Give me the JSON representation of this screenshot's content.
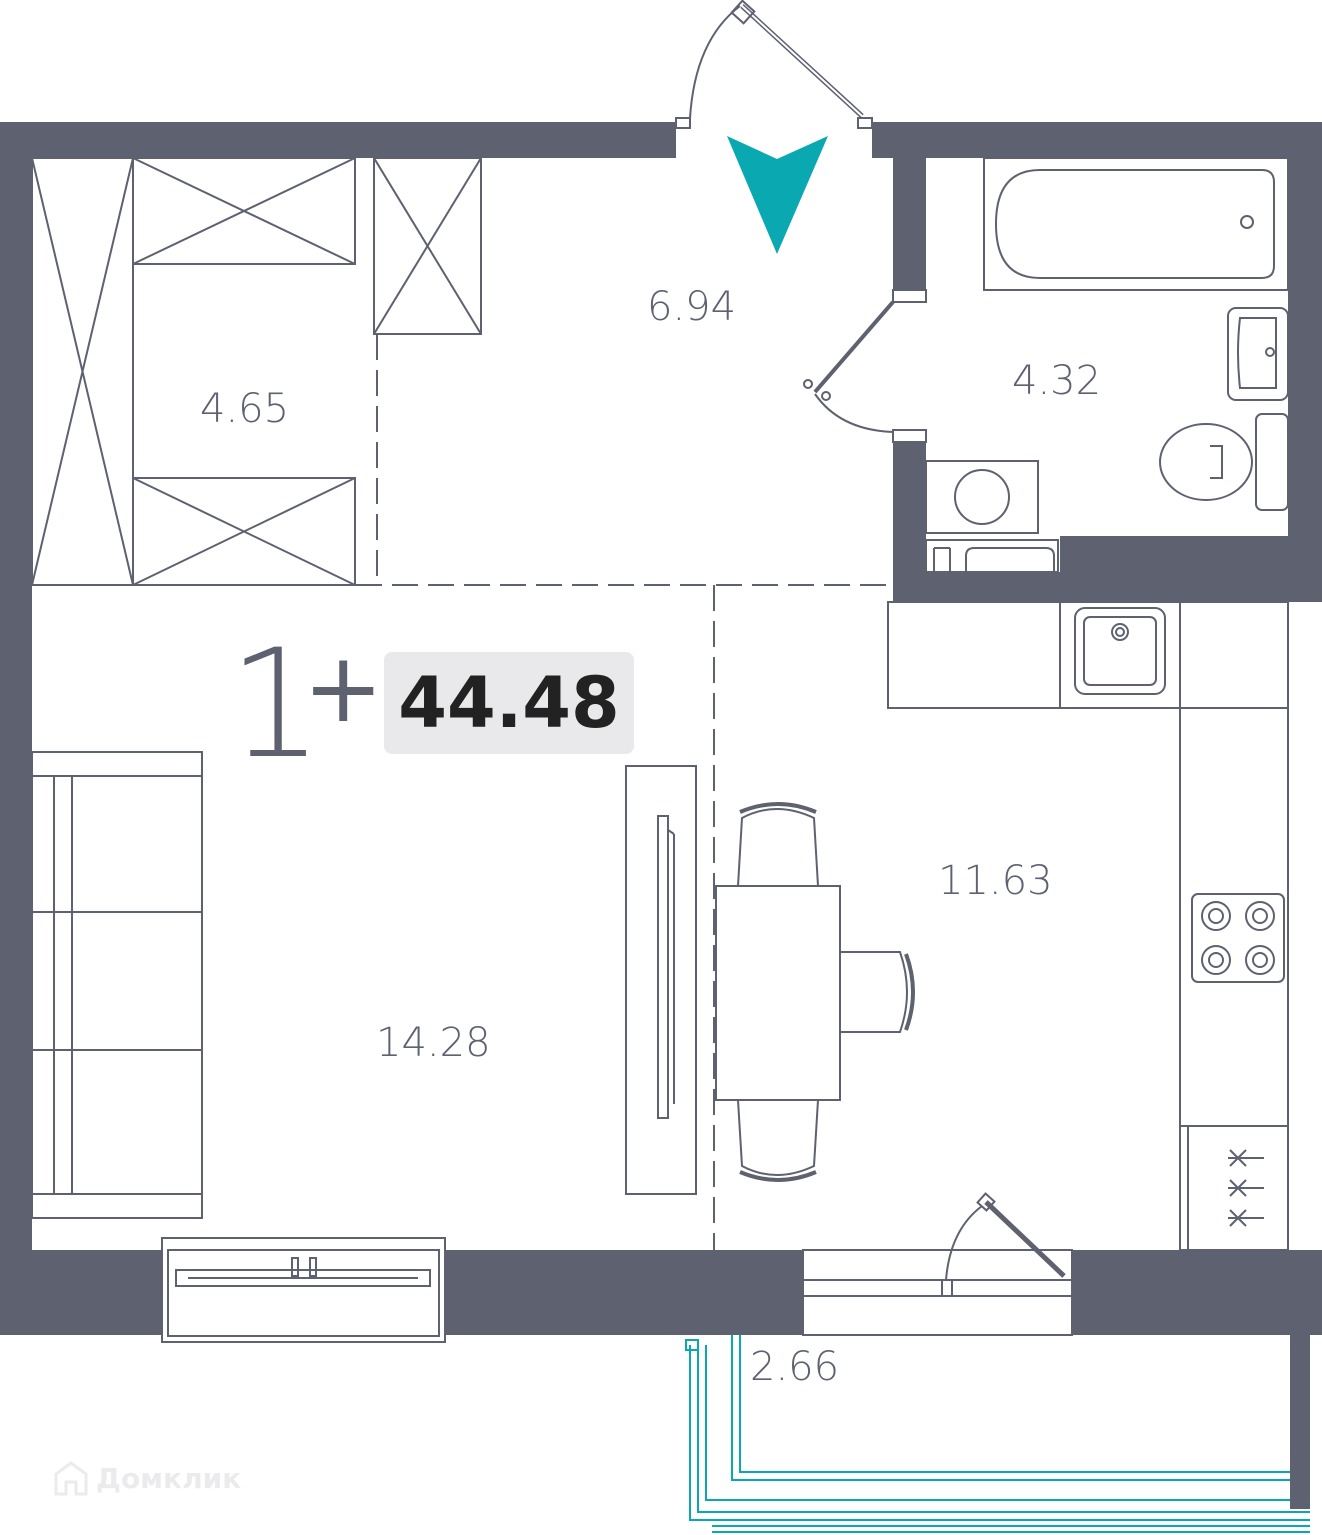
{
  "plan": {
    "rooms_count": "1",
    "rooms_suffix": "+",
    "total_area": "44.48",
    "areas": {
      "wardrobe": "4.65",
      "hall": "6.94",
      "bathroom": "4.32",
      "living_room": "14.28",
      "kitchen": "11.63",
      "balcony": "2.66"
    },
    "watermark": "Домклик"
  },
  "colors": {
    "wall": "#5d6170",
    "line": "#5d6170",
    "accent": "#0aa8b0",
    "badge": "#e9e9ec",
    "total_text": "#222222"
  },
  "icons": {
    "entrance": "entrance-arrow-icon",
    "watermark": "house-logo-icon"
  }
}
